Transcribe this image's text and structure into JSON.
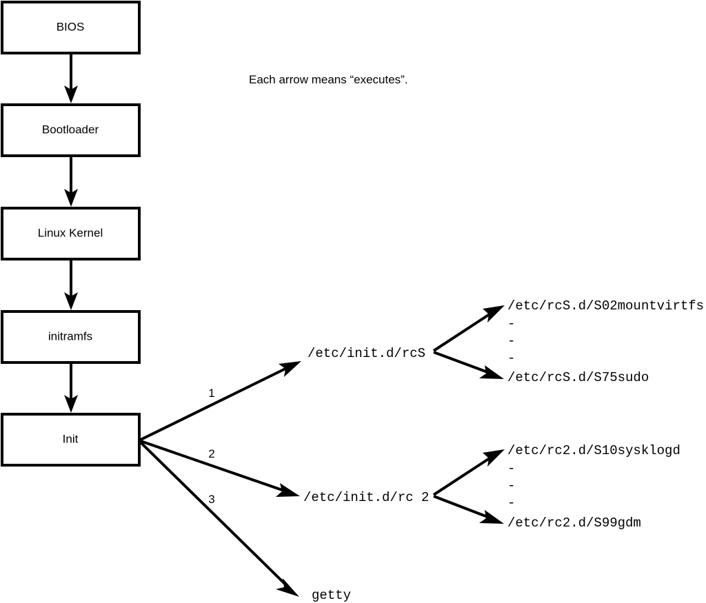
{
  "diagram": {
    "title": "Linux boot process flow diagram",
    "note": "Each arrow means “executes”.",
    "colors": {
      "stroke": "#000000",
      "fill": "#ffffff",
      "background": "#ffffff"
    },
    "boxes": [
      {
        "id": "bios",
        "label": "BIOS"
      },
      {
        "id": "bootloader",
        "label": "Bootloader"
      },
      {
        "id": "kernel",
        "label": "Linux Kernel"
      },
      {
        "id": "initramfs",
        "label": "initramfs"
      },
      {
        "id": "init",
        "label": "Init"
      }
    ],
    "nodes": [
      {
        "id": "rcs",
        "label": "/etc/init.d/rcS"
      },
      {
        "id": "rc2",
        "label": "/etc/init.d/rc 2"
      },
      {
        "id": "getty",
        "label": "getty"
      },
      {
        "id": "rcs-first",
        "label": "/etc/rcS.d/S02mountvirtfs"
      },
      {
        "id": "rcs-last",
        "label": "/etc/rcS.d/S75sudo"
      },
      {
        "id": "rc2-first",
        "label": "/etc/rc2.d/S10sysklogd"
      },
      {
        "id": "rc2-last",
        "label": "/etc/rc2.d/S99gdm"
      }
    ],
    "ellipsis": {
      "dash": "-",
      "rcs_count": 3,
      "rc2_count": 3
    },
    "edge_numbers": [
      {
        "id": "edge-1",
        "label": "1"
      },
      {
        "id": "edge-2",
        "label": "2"
      },
      {
        "id": "edge-3",
        "label": "3"
      }
    ]
  }
}
